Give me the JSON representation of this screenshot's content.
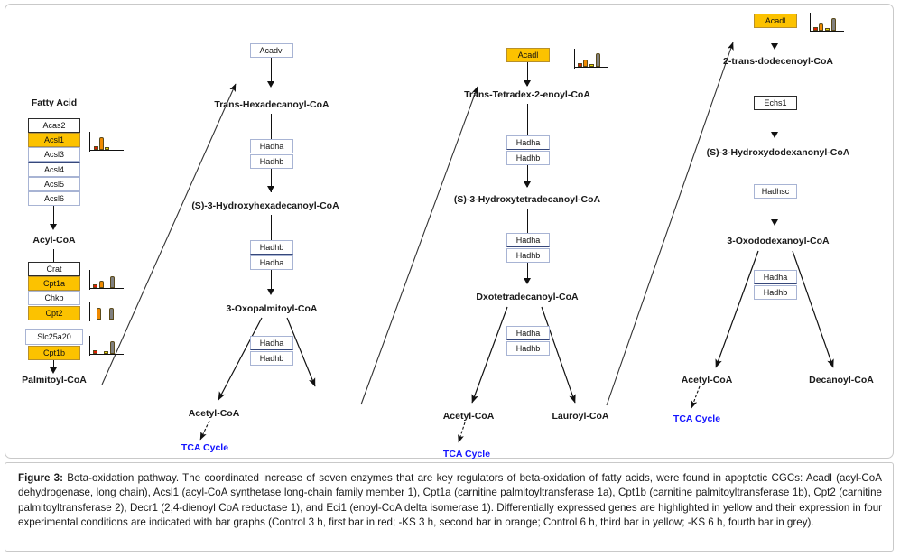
{
  "figure": {
    "label": "Figure 3:",
    "caption": " Beta-oxidation pathway. The coordinated increase of seven enzymes that are key regulators of beta-oxidation of fatty acids, were found in apoptotic CGCs: Acadl (acyl-CoA dehydrogenase, long chain), Acsl1 (acyl-CoA synthetase long-chain family member 1), Cpt1a (carnitine palmitoyltransferase 1a), Cpt1b (carnitine palmitoyltransferase 1b), Cpt2 (carnitine palmitoyltransferase 2), Decr1 (2,4-dienoyl CoA reductase 1), and Eci1 (enoyl-CoA delta isomerase 1). Differentially expressed genes are highlighted in yellow and their expression in four experimental conditions are indicated with bar graphs (Control 3 h, first bar in red; -KS 3 h, second bar in orange; Control 6 h, third bar in yellow; -KS 6 h, fourth bar in grey)."
  },
  "colors": {
    "highlight_yellow": "#fcc200",
    "tca_blue": "#1414ff",
    "box_border": "#a8b4d4",
    "bar_control_3h": "#e01b00",
    "bar_ks_3h": "#f08a00",
    "bar_control_6h": "#e8e000",
    "bar_ks_6h": "#808080"
  },
  "legend": {
    "conditions": [
      "Control 3 h",
      "-KS 3 h",
      "Control 6 h",
      "-KS 6 h"
    ],
    "bar_colors": [
      "red",
      "orange",
      "yellow",
      "grey"
    ]
  },
  "column1": {
    "title": "Fatty Acid",
    "stack1": [
      {
        "label": "Acas2",
        "highlighted": false
      },
      {
        "label": "Acsl1",
        "highlighted": true
      },
      {
        "label": "Acsl3",
        "highlighted": false
      },
      {
        "label": "Acsl4",
        "highlighted": false
      },
      {
        "label": "Acsl5",
        "highlighted": false
      },
      {
        "label": "Acsl6",
        "highlighted": false
      }
    ],
    "mid_metabolite": "Acyl-CoA",
    "stack2": [
      {
        "label": "Crat",
        "highlighted": false
      },
      {
        "label": "Cpt1a",
        "highlighted": true
      },
      {
        "label": "Chkb",
        "highlighted": false
      },
      {
        "label": "Cpt2",
        "highlighted": true
      },
      {
        "label": "Slc25a20",
        "highlighted": false
      },
      {
        "label": "Cpt1b",
        "highlighted": true
      }
    ],
    "end_metabolite": "Palmitoyl-CoA"
  },
  "column2": {
    "enzyme_top": "Acadvl",
    "metabolite1": "Trans-Hexadecanoyl-CoA",
    "enzymes1": [
      "Hadha",
      "Hadhb"
    ],
    "metabolite2": "(S)-3-Hydroxyhexadecanoyl-CoA",
    "enzymes2": [
      "Hadhb",
      "Hadha"
    ],
    "metabolite3": "3-Oxopalmitoyl-CoA",
    "enzymes3": [
      "Hadha",
      "Hadhb"
    ],
    "product_left": "Acetyl-CoA",
    "tca": "TCA Cycle"
  },
  "column3": {
    "enzyme_top": "Acadl",
    "enzyme_top_highlighted": true,
    "metabolite1": "Trans-Tetradex-2-enoyl-CoA",
    "enzymes1": [
      "Hadha",
      "Hadhb"
    ],
    "metabolite2": "(S)-3-Hydroxytetradecanoyl-CoA",
    "enzymes2": [
      "Hadha",
      "Hadhb"
    ],
    "metabolite3": "Dxotetradecanoyl-CoA",
    "enzymes3": [
      "Hadha",
      "Hadhb"
    ],
    "product_left": "Acetyl-CoA",
    "product_right": "Lauroyl-CoA",
    "tca": "TCA Cycle"
  },
  "column4": {
    "enzyme_top": "Acadl",
    "enzyme_top_highlighted": true,
    "metabolite1": "2-trans-dodecenoyl-CoA",
    "enzymes1": [
      "Echs1"
    ],
    "metabolite2": "(S)-3-Hydroxydodexanonyl-CoA",
    "enzymes2": [
      "Hadhsc"
    ],
    "metabolite3": "3-Oxododexanoyl-CoA",
    "enzymes3": [
      "Hadha",
      "Hadhb"
    ],
    "product_left": "Acetyl-CoA",
    "product_right": "Decanoyl-CoA",
    "tca": "TCA Cycle"
  },
  "chart_data": [
    {
      "type": "bar",
      "title": "Acsl1",
      "categories": [
        "Control 3 h",
        "-KS 3 h",
        "Control 6 h",
        "-KS 6 h"
      ],
      "values": [
        3,
        16,
        2,
        0
      ],
      "colors": [
        "#e01b00",
        "#f08a00",
        "#e8e000",
        "#808080"
      ],
      "ylim": [
        0,
        22
      ]
    },
    {
      "type": "bar",
      "title": "Cpt1a",
      "categories": [
        "Control 3 h",
        "-KS 3 h",
        "Control 6 h",
        "-KS 6 h"
      ],
      "values": [
        4,
        9,
        0,
        14
      ],
      "colors": [
        "#e01b00",
        "#f08a00",
        "#e8e000",
        "#808080"
      ],
      "ylim": [
        0,
        22
      ]
    },
    {
      "type": "bar",
      "title": "Cpt2",
      "categories": [
        "Control 3 h",
        "-KS 3 h",
        "Control 6 h",
        "-KS 6 h"
      ],
      "values": [
        0,
        13,
        0,
        13
      ],
      "colors": [
        "#e01b00",
        "#f08a00",
        "#e8e000",
        "#808080"
      ],
      "ylim": [
        0,
        22
      ]
    },
    {
      "type": "bar",
      "title": "Cpt1b",
      "categories": [
        "Control 3 h",
        "-KS 3 h",
        "Control 6 h",
        "-KS 6 h"
      ],
      "values": [
        4,
        0,
        3,
        14
      ],
      "colors": [
        "#e01b00",
        "#f08a00",
        "#e8e000",
        "#808080"
      ],
      "ylim": [
        0,
        22
      ]
    },
    {
      "type": "bar",
      "title": "Acadl (column 3)",
      "categories": [
        "Control 3 h",
        "-KS 3 h",
        "Control 6 h",
        "-KS 6 h"
      ],
      "values": [
        4,
        9,
        2,
        16
      ],
      "colors": [
        "#e01b00",
        "#f08a00",
        "#e8e000",
        "#808080"
      ],
      "ylim": [
        0,
        22
      ]
    },
    {
      "type": "bar",
      "title": "Acadl (column 4)",
      "categories": [
        "Control 3 h",
        "-KS 3 h",
        "Control 6 h",
        "-KS 6 h"
      ],
      "values": [
        4,
        9,
        3,
        15
      ],
      "colors": [
        "#e01b00",
        "#f08a00",
        "#e8e000",
        "#808080"
      ],
      "ylim": [
        0,
        22
      ]
    }
  ]
}
